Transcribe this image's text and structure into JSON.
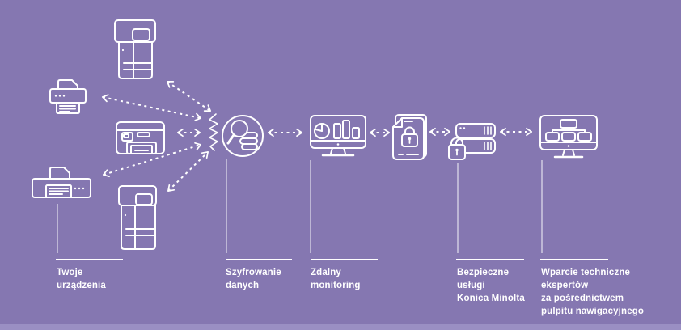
{
  "colors": {
    "background": "#8577b1",
    "bottom_strip": "#9a8fc3",
    "line": "#ffffff",
    "text": "#ffffff"
  },
  "labels": [
    {
      "text": "Twoje\nurządzenia"
    },
    {
      "text": "Szyfrowanie\ndanych"
    },
    {
      "text": "Zdalny\nmonitoring"
    },
    {
      "text": "Bezpieczne\nusługi\nKonica Minolta"
    },
    {
      "text": "Wparcie techniczne\nekspertów\nza pośrednictwem\npulpitu nawigacyjnego"
    }
  ],
  "icons": [
    "copier-icon",
    "printer-icon",
    "mfp-icon",
    "fax-printer-icon",
    "copier-icon-2",
    "encryption-magnifier-icon",
    "monitor-charts-icon",
    "document-lock-icon",
    "server-lock-icon",
    "monitor-sitemap-icon",
    "zigzag-connector",
    "dashed-arrow-icon"
  ]
}
